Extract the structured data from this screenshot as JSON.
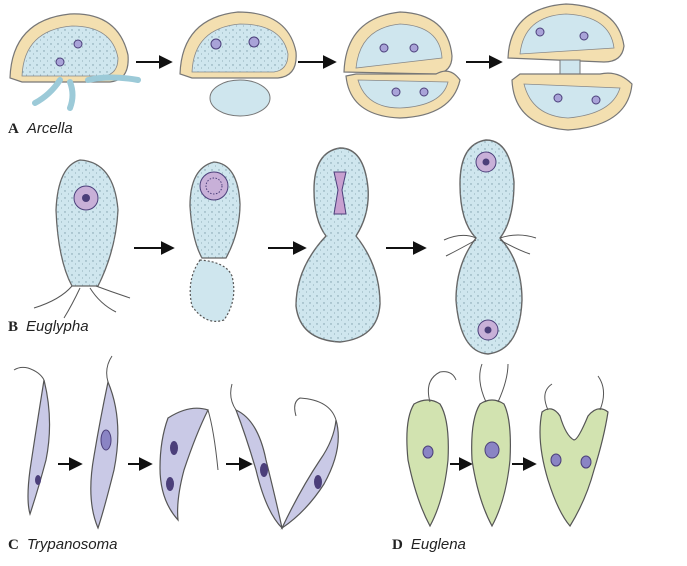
{
  "figure": {
    "panels": [
      {
        "letter": "A",
        "name": "Arcella"
      },
      {
        "letter": "B",
        "name": "Euglypha"
      },
      {
        "letter": "C",
        "name": "Trypanosoma"
      },
      {
        "letter": "D",
        "name": "Euglena"
      }
    ]
  },
  "colors": {
    "cytoplasm": "#cfe6ee",
    "test_shell": "#f3dfb0",
    "nucleus": "#a9a3d8",
    "nucleus_dark": "#4b3f7a",
    "trypanosome": "#c9c9e6",
    "euglena": "#d2e3b0",
    "outline": "#555555",
    "arrow": "#111111"
  },
  "icons": [
    "right-arrow-icon"
  ]
}
